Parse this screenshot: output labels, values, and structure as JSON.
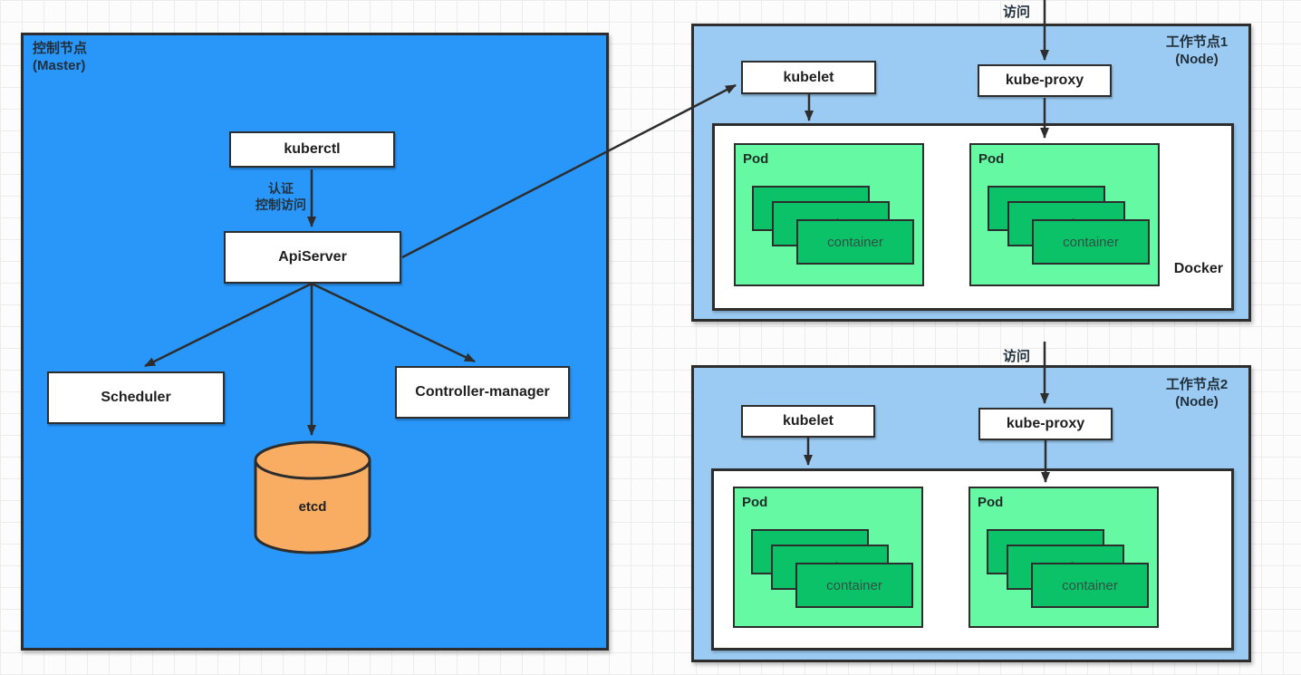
{
  "palette": {
    "master_bg": "#2997fa",
    "node_bg": "#9bcbf3",
    "pod_bg": "#66f9a4",
    "container_bg": "#0cc268",
    "etcd_bg": "#f9ad63",
    "box_bg": "#ffffff",
    "border": "#2d2d2d"
  },
  "master": {
    "title_cn": "控制节点",
    "title_en": "(Master)",
    "kuberctl_label": "kuberctl",
    "auth_line1": "认证",
    "auth_line2": "控制访问",
    "apiserver_label": "ApiServer",
    "scheduler_label": "Scheduler",
    "controller_manager_label": "Controller-manager",
    "etcd_label": "etcd"
  },
  "nodes": [
    {
      "title_cn": "工作节点1",
      "title_en": "(Node)",
      "access_label": "访问",
      "kubelet_label": "kubelet",
      "kube_proxy_label": "kube-proxy",
      "docker_label": "Docker",
      "pods": [
        {
          "label": "Pod",
          "containers": [
            "container",
            "container",
            "container"
          ]
        },
        {
          "label": "Pod",
          "containers": [
            "container",
            "container",
            "container"
          ]
        }
      ]
    },
    {
      "title_cn": "工作节点2",
      "title_en": "(Node)",
      "access_label": "访问",
      "kubelet_label": "kubelet",
      "kube_proxy_label": "kube-proxy",
      "docker_label": "",
      "pods": [
        {
          "label": "Pod",
          "containers": [
            "container",
            "container",
            "container"
          ]
        },
        {
          "label": "Pod",
          "containers": [
            "container",
            "container",
            "container"
          ]
        }
      ]
    }
  ]
}
